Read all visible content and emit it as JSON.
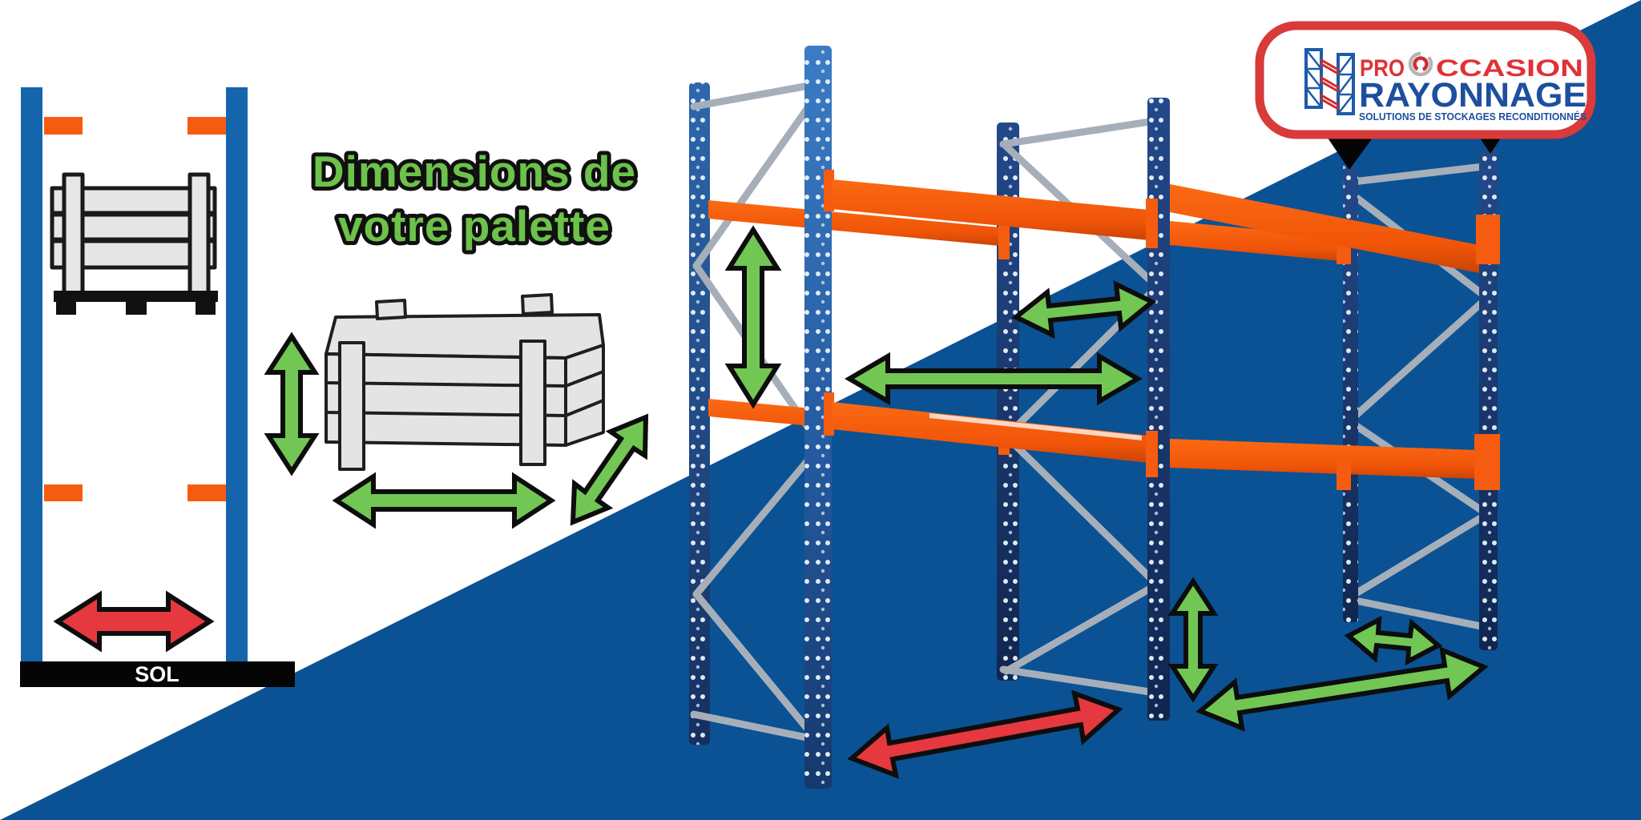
{
  "scene": {
    "background": {
      "top_color": "#ffffff",
      "bottom_color": "#0a5294"
    },
    "title": {
      "line1": "Dimensions de",
      "line2": "votre palette",
      "color": "#6cc24a"
    },
    "floor": {
      "label": "SOL"
    },
    "colors": {
      "arrow_green": "#72c654",
      "arrow_red": "#e5383f",
      "arrow_outline": "#0d0d0d",
      "beam_orange": "#f65c0f",
      "upright_blue": "#1565ad",
      "post_navy": "#1b3f7d",
      "post_bright_blue": "#2f6cb3",
      "brace_gray": "#a6afb9"
    },
    "icons": {
      "left_diagram": "rack-front-view-with-pallet",
      "middle_diagram": "pallet-3d-sketch",
      "right_illustration": "pallet-racking-3d",
      "arrows": [
        "height-double-arrow",
        "width-double-arrow",
        "depth-double-arrow",
        "aisle-red-double-arrow"
      ]
    },
    "logo": {
      "brand_top_pre": "PRO",
      "brand_top_post": "CCASION",
      "brand_bottom": "RAYONNAGE",
      "tagline": "SOLUTIONS DE STOCKAGES RECONDITIONNÉS",
      "border_red": "#d93a3a",
      "text_red": "#e03237",
      "text_blue": "#1d4f9e"
    }
  }
}
